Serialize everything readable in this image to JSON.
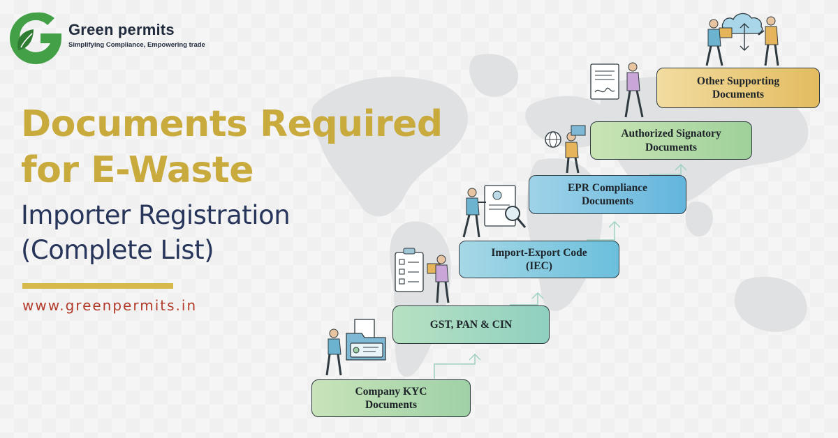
{
  "brand": {
    "name": "Green permits",
    "tagline": "Simplifying Compliance, Empowering trade"
  },
  "headline": {
    "line1": "Documents Required",
    "line2": "for E-Waste",
    "sub_line1": "Importer Registration",
    "sub_line2": "(Complete List)"
  },
  "website": "www.greenpermits.in",
  "steps": [
    {
      "label_1": "Company KYC",
      "label_2": "Documents"
    },
    {
      "label_1": "GST, PAN & CIN",
      "label_2": ""
    },
    {
      "label_1": "Import-Export Code",
      "label_2": "(IEC)"
    },
    {
      "label_1": "EPR Compliance",
      "label_2": "Documents"
    },
    {
      "label_1": "Authorized Signatory",
      "label_2": "Documents"
    },
    {
      "label_1": "Other Supporting",
      "label_2": "Documents"
    }
  ],
  "icons": [
    "logo-g-icon",
    "folder-id-icon",
    "checklist-icon",
    "document-search-icon",
    "globe-icon",
    "signed-document-icon",
    "cloud-transfer-icon",
    "step-arrow-icon",
    "person-icon"
  ],
  "colors": {
    "gold": "#c9aa3c",
    "navy": "#27355a",
    "green": "#43a047",
    "url_red": "#b23a2a"
  }
}
